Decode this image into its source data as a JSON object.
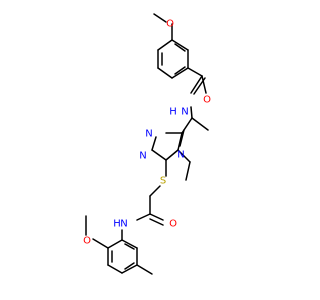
{
  "molecule": {
    "atom_labels": {
      "o_methoxy_top": "O",
      "o_carbonyl_top": "O",
      "nh_amide_top": "H",
      "nh_amide_top_n": "N",
      "n_triazole_1": "N",
      "n_triazole_2": "N",
      "n_triazole_4": "N",
      "s_thioether": "S",
      "o_carbonyl_bottom": "O",
      "nh_amide_bottom_n": "N",
      "nh_amide_bottom_h": "H",
      "o_methoxy_bottom": "O"
    },
    "colors": {
      "bond": "#000000",
      "oxygen": "#ff0000",
      "nitrogen": "#0000ff",
      "sulfur": "#b8a000"
    }
  }
}
